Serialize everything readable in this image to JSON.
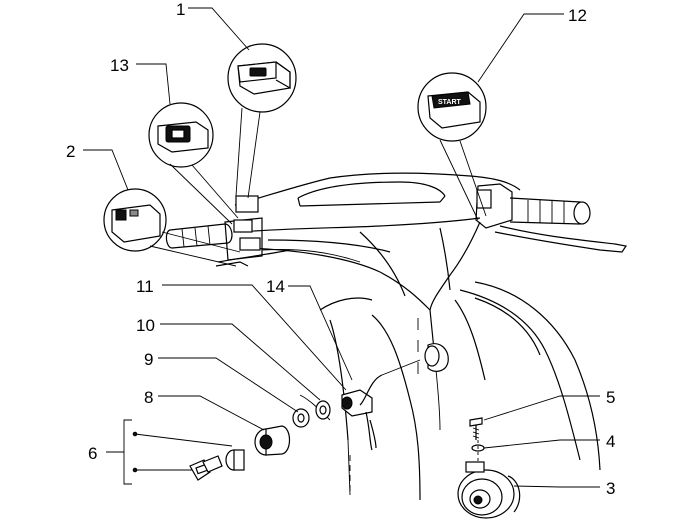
{
  "diagram": {
    "callouts": [
      "1",
      "2",
      "3",
      "4",
      "5",
      "6",
      "8",
      "9",
      "10",
      "11",
      "12",
      "13",
      "14"
    ],
    "button_text": {
      "start": "START"
    }
  }
}
